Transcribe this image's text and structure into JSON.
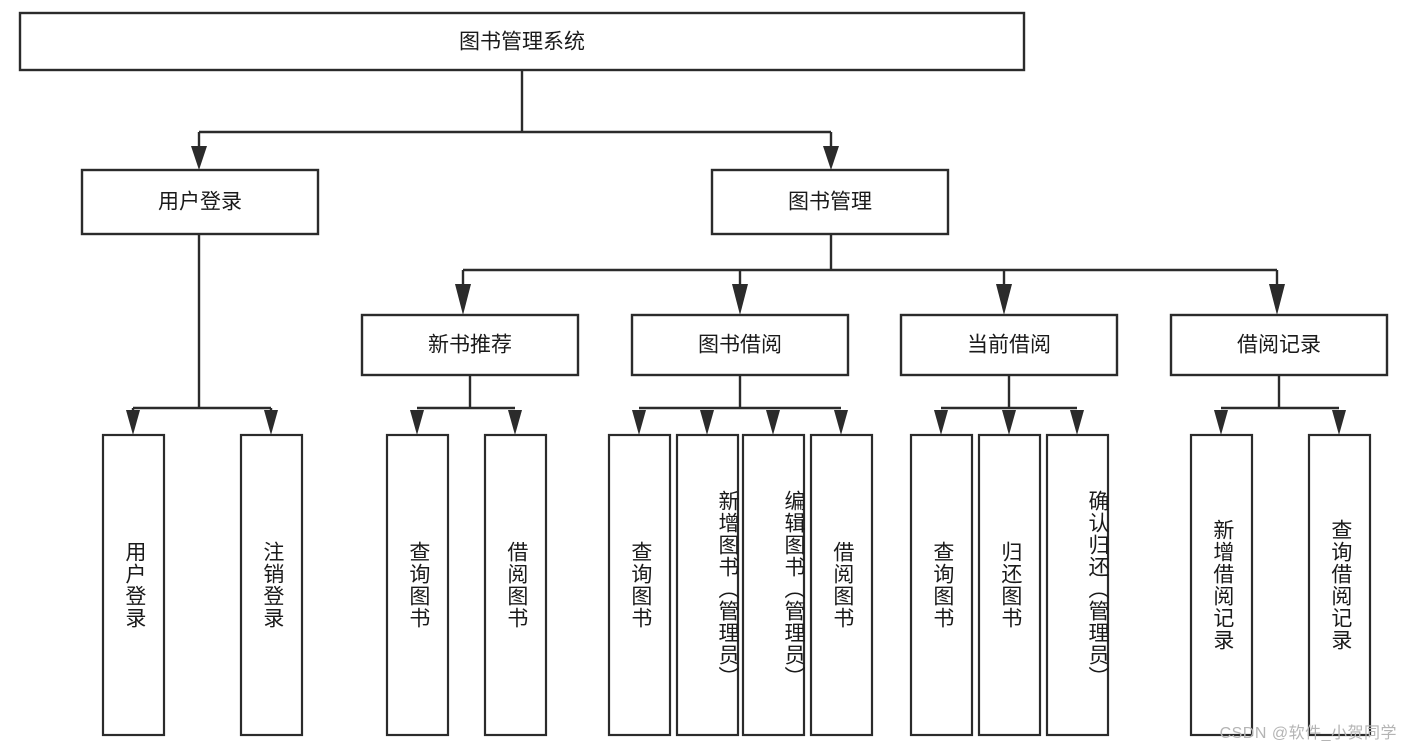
{
  "diagram": {
    "type": "tree",
    "title": "图书管理系统",
    "watermark": "CSDN @软件_小贺同学",
    "colors": {
      "stroke": "#2b2b2b",
      "fill": "#ffffff",
      "text": "#1a1a1a",
      "background": "#ffffff",
      "watermark": "#b4b4b4"
    },
    "root": {
      "label": "图书管理系统"
    },
    "level2": [
      {
        "label": "用户登录"
      },
      {
        "label": "图书管理"
      }
    ],
    "level3": [
      {
        "label": "新书推荐"
      },
      {
        "label": "图书借阅"
      },
      {
        "label": "当前借阅"
      },
      {
        "label": "借阅记录"
      }
    ],
    "groups": [
      {
        "parent": "用户登录",
        "leaves": [
          {
            "label": "用户登录"
          },
          {
            "label": "注销登录"
          }
        ]
      },
      {
        "parent": "新书推荐",
        "leaves": [
          {
            "label": "查询图书"
          },
          {
            "label": "借阅图书"
          }
        ]
      },
      {
        "parent": "图书借阅",
        "leaves": [
          {
            "label": "查询图书"
          },
          {
            "label": "新增图书（管理员）"
          },
          {
            "label": "编辑图书（管理员）"
          },
          {
            "label": "借阅图书"
          }
        ]
      },
      {
        "parent": "当前借阅",
        "leaves": [
          {
            "label": "查询图书"
          },
          {
            "label": "归还图书"
          },
          {
            "label": "确认归还（管理员）"
          }
        ]
      },
      {
        "parent": "借阅记录",
        "leaves": [
          {
            "label": "新增借阅记录"
          },
          {
            "label": "查询借阅记录"
          }
        ]
      }
    ],
    "leaves_flat": [
      {
        "label": "用户登录"
      },
      {
        "label": "注销登录"
      },
      {
        "label": "查询图书"
      },
      {
        "label": "借阅图书"
      },
      {
        "label": "查询图书"
      },
      {
        "label": "新增图书（管理员）"
      },
      {
        "label": "编辑图书（管理员）"
      },
      {
        "label": "借阅图书"
      },
      {
        "label": "查询图书"
      },
      {
        "label": "归还图书"
      },
      {
        "label": "确认归还（管理员）"
      },
      {
        "label": "新增借阅记录"
      },
      {
        "label": "查询借阅记录"
      }
    ]
  }
}
